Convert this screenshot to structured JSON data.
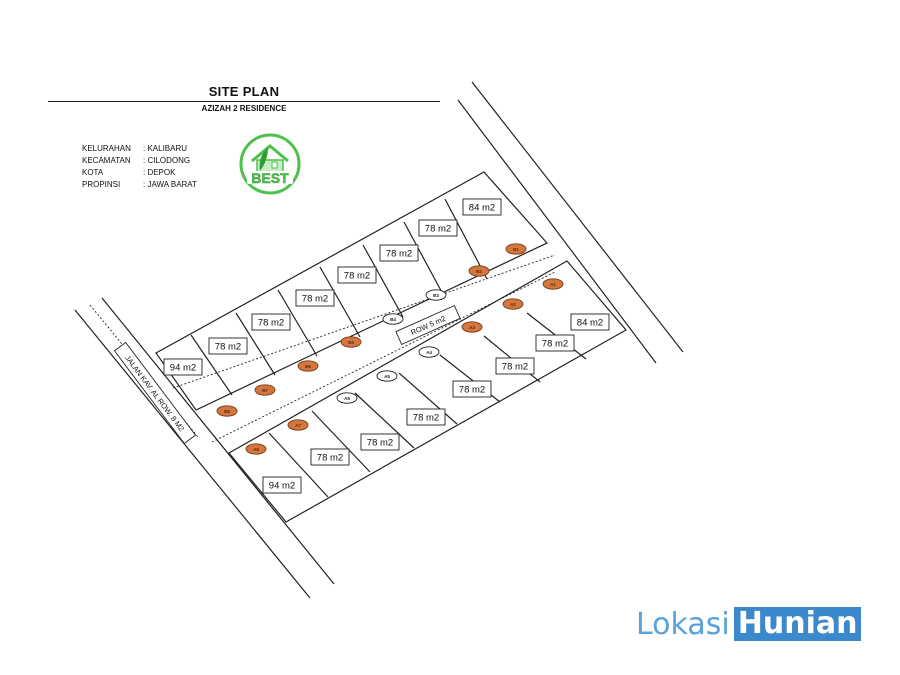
{
  "header": {
    "title": "SITE PLAN",
    "subtitle": "AZIZAH 2 RESIDENCE"
  },
  "location": [
    {
      "key": "KELURAHAN",
      "value": ": KALIBARU"
    },
    {
      "key": "KECAMATAN",
      "value": ": CILODONG"
    },
    {
      "key": "KOTA",
      "value": ": DEPOK"
    },
    {
      "key": "PROPINSI",
      "value": ": JAWA BARAT"
    }
  ],
  "logo": {
    "text": "BEST",
    "icon": "house-leaf-logo"
  },
  "roads": {
    "main": "JALAN KAV. AL ROW. 8 M2",
    "inner": "ROW 5 m2"
  },
  "colors": {
    "line": "#222222",
    "marker_fill": "#d4773f",
    "marker_stroke": "#7a3d17",
    "logo_green": "#4cc24c",
    "brand_blue": "#3b88cc",
    "brand_light_blue": "#5aa2dc"
  },
  "blocks": {
    "B": [
      {
        "id": "B1",
        "area": "84 m2",
        "marker": "filled"
      },
      {
        "id": "B2",
        "area": "78 m2",
        "marker": "filled"
      },
      {
        "id": "B3",
        "area": "78 m2",
        "marker": "outline"
      },
      {
        "id": "B4",
        "area": "78 m2",
        "marker": "outline"
      },
      {
        "id": "B5",
        "area": "78 m2",
        "marker": "filled"
      },
      {
        "id": "B6",
        "area": "78 m2",
        "marker": "filled"
      },
      {
        "id": "B7",
        "area": "78 m2",
        "marker": "filled"
      },
      {
        "id": "B8",
        "area": "94 m2",
        "marker": "filled"
      }
    ],
    "A": [
      {
        "id": "A1",
        "area": "84 m2",
        "marker": "filled"
      },
      {
        "id": "A2",
        "area": "78 m2",
        "marker": "filled"
      },
      {
        "id": "A3",
        "area": "78 m2",
        "marker": "filled"
      },
      {
        "id": "A4",
        "area": "78 m2",
        "marker": "outline"
      },
      {
        "id": "A5",
        "area": "78 m2",
        "marker": "outline"
      },
      {
        "id": "A6",
        "area": "78 m2",
        "marker": "outline"
      },
      {
        "id": "A7",
        "area": "78 m2",
        "marker": "filled"
      },
      {
        "id": "A8",
        "area": "94 m2",
        "marker": "filled"
      }
    ]
  },
  "watermark": {
    "part1": "Lokasi",
    "part2": "Hunian"
  }
}
